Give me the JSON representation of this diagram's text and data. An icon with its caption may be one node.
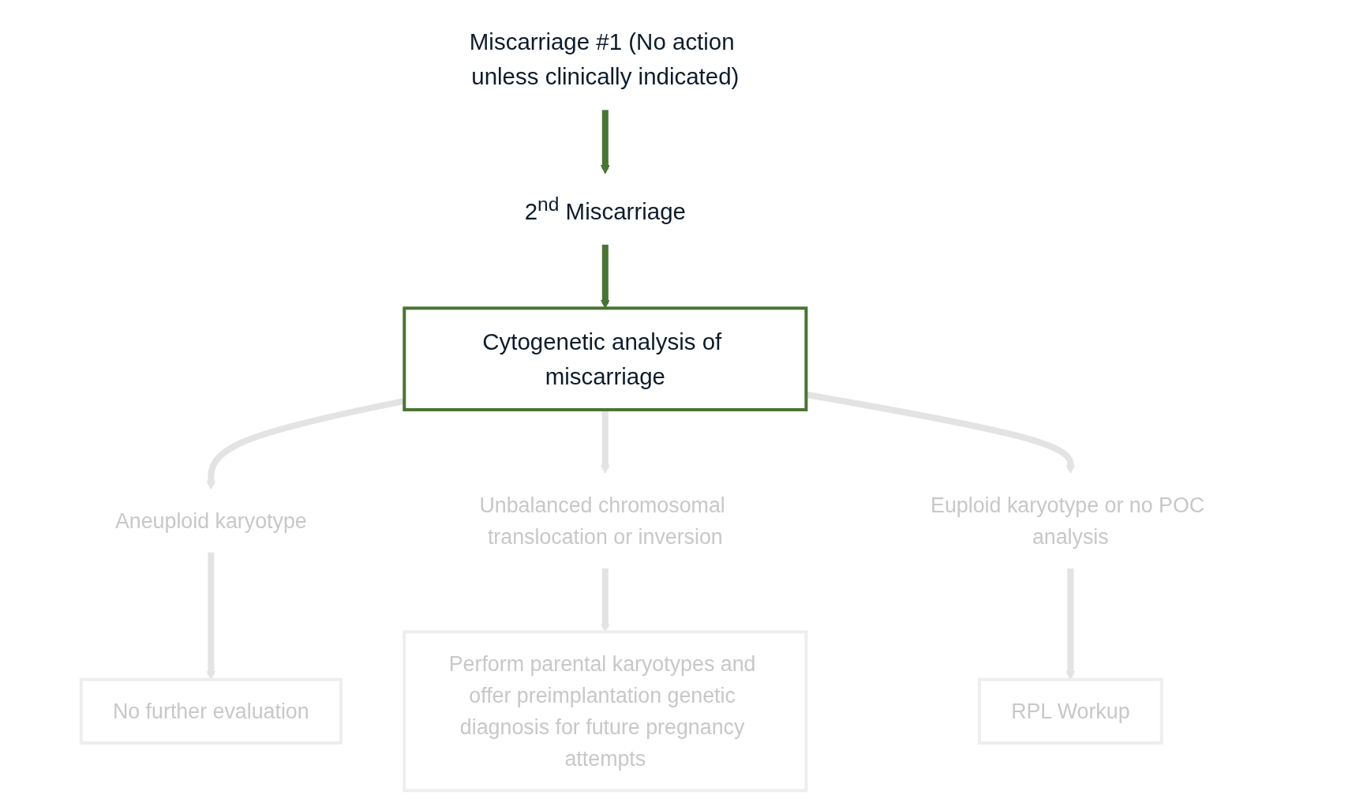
{
  "diagram": {
    "nodes": [
      {
        "text": [
          "Miscarriage #1 (No action unless clinically indicated)"
        ]
      },
      {
        "text": [
          "2$^{nd}$ Miscarriage"
        ]
      },
      {
        "text": [
          "Cytogenetic analysis of miscarriage"
        ]
      },
      {
        "text": [
          "Aneuploid karyotype"
        ]
      },
      {
        "text": [
          "Unbalanced chromosomal translocation or inversion"
        ]
      },
      {
        "text": [
          "No further evaluation"
        ]
      },
      {
        "text": [
          "Euploid karyotype or no POC analysis"
        ]
      },
      {
        "text": [
          "Perform parental karyotypes and offer preimplantation genetic diagnosis for future pregnancy attempts"
        ]
      },
      {
        "text": [
          "RPL Workup"
        ]
      }
    ],
    "edges": [
      {
        "from": 0,
        "to": 1,
        "arrow": "to",
        "color": "#4a7434"
      },
      {
        "from": 1,
        "to": 2,
        "arrow": "to",
        "color": "#4a7434"
      },
      {
        "from": 2,
        "to": 3,
        "arrow": "to"
      },
      {
        "from": 2,
        "to": 4,
        "arrow": "to"
      },
      {
        "from": 2,
        "to": 6,
        "arrow": "to"
      },
      {
        "from": 3,
        "to": 5,
        "arrow": "to"
      },
      {
        "from": 4,
        "to": 7,
        "arrow": "to"
      },
      {
        "from": 6,
        "to": 8,
        "arrow": "to"
      }
    ]
  }
}
